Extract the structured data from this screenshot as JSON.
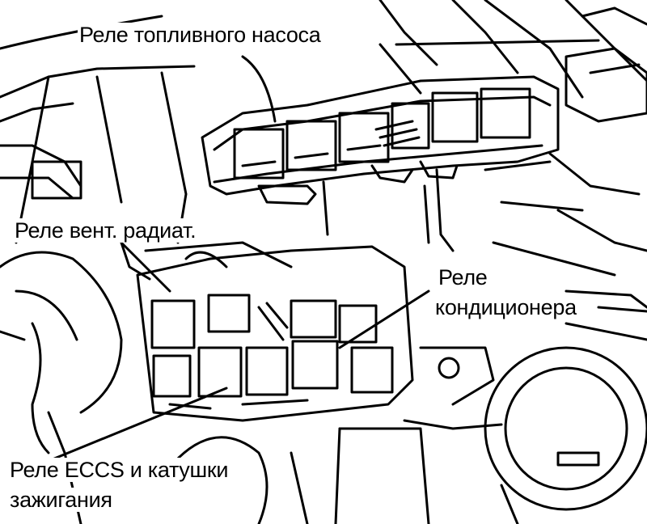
{
  "labels": {
    "fuel_pump_relay": "Реле топливного насоса",
    "radiator_fan_relay": "Реле вент. радиат.",
    "ac_relay_line1": "Реле",
    "ac_relay_line2": "кондиционера",
    "eccs_relay_line1": "Реле ECCS и катушки",
    "eccs_relay_line2": "зажигания"
  },
  "colors": {
    "ink": "#000000",
    "paper": "#ffffff"
  }
}
